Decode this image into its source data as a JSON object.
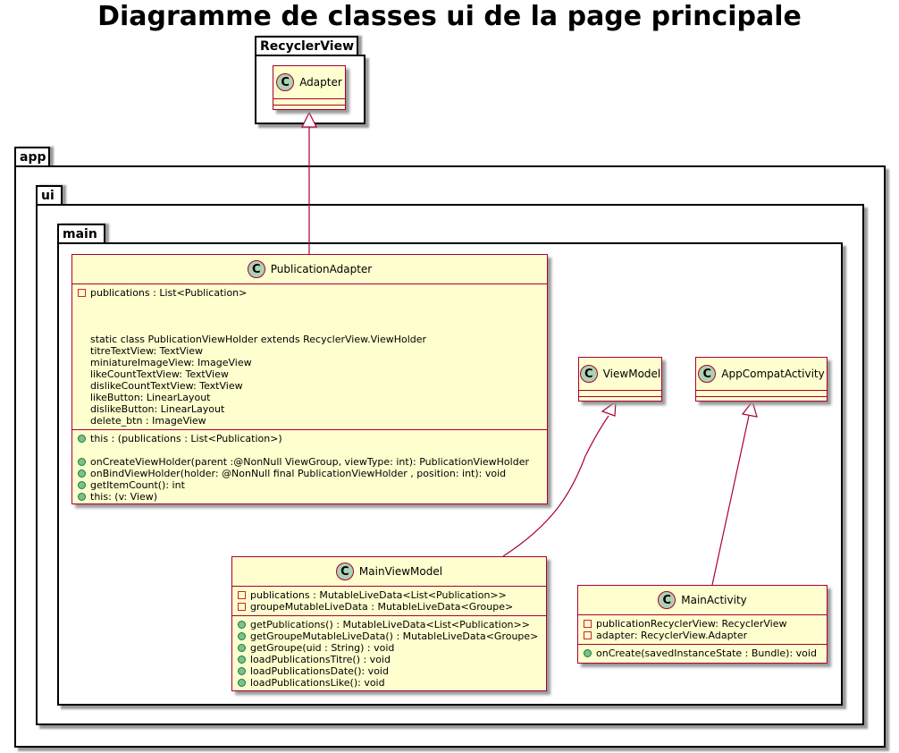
{
  "title": "Diagramme de classes ui de la page principale",
  "packages": {
    "recyclerview": "RecyclerView",
    "app": "app",
    "ui": "ui",
    "main": "main"
  },
  "stereotype_glyph": "C",
  "classes": {
    "adapter": {
      "name": "Adapter"
    },
    "publication_adapter": {
      "name": "PublicationAdapter",
      "fields": [
        {
          "vis": "private",
          "text": "publications : List<Publication>"
        },
        {
          "vis": "blank",
          "text": ""
        },
        {
          "vis": "blank",
          "text": ""
        },
        {
          "vis": "blank",
          "text": ""
        },
        {
          "vis": "none",
          "text": "static class PublicationViewHolder extends RecyclerView.ViewHolder"
        },
        {
          "vis": "none",
          "text": "titreTextView: TextView"
        },
        {
          "vis": "none",
          "text": "miniatureImageView: ImageView"
        },
        {
          "vis": "none",
          "text": "likeCountTextView: TextView"
        },
        {
          "vis": "none",
          "text": "dislikeCountTextView: TextView"
        },
        {
          "vis": "none",
          "text": "likeButton: LinearLayout"
        },
        {
          "vis": "none",
          "text": "dislikeButton: LinearLayout"
        },
        {
          "vis": "none",
          "text": "delete_btn : ImageView"
        }
      ],
      "methods": [
        {
          "vis": "public",
          "text": "this : (publications : List<Publication>)"
        },
        {
          "vis": "blank",
          "text": ""
        },
        {
          "vis": "public",
          "text": "onCreateViewHolder(parent :@NonNull ViewGroup, viewType: int): PublicationViewHolder"
        },
        {
          "vis": "public",
          "text": "onBindViewHolder(holder: @NonNull final PublicationViewHolder , position: int): void"
        },
        {
          "vis": "public",
          "text": "getItemCount(): int"
        },
        {
          "vis": "public",
          "text": "this: (v: View)"
        }
      ]
    },
    "view_model": {
      "name": "ViewModel"
    },
    "app_compat_activity": {
      "name": "AppCompatActivity"
    },
    "main_view_model": {
      "name": "MainViewModel",
      "fields": [
        {
          "vis": "private",
          "text": "publications : MutableLiveData<List<Publication>>"
        },
        {
          "vis": "private",
          "text": "groupeMutableLiveData : MutableLiveData<Groupe>"
        }
      ],
      "methods": [
        {
          "vis": "public",
          "text": "getPublications() : MutableLiveData<List<Publication>>"
        },
        {
          "vis": "public",
          "text": "getGroupeMutableLiveData() : MutableLiveData<Groupe>"
        },
        {
          "vis": "public",
          "text": "getGroupe(uid : String) : void"
        },
        {
          "vis": "public",
          "text": "loadPublicationsTitre() : void"
        },
        {
          "vis": "public",
          "text": "loadPublicationsDate(): void"
        },
        {
          "vis": "public",
          "text": "loadPublicationsLike(): void"
        }
      ]
    },
    "main_activity": {
      "name": "MainActivity",
      "fields": [
        {
          "vis": "private",
          "text": "publicationRecyclerView: RecyclerView"
        },
        {
          "vis": "private",
          "text": "adapter: RecyclerView.Adapter"
        }
      ],
      "methods": [
        {
          "vis": "public",
          "text": "onCreate(savedInstanceState : Bundle): void"
        }
      ]
    }
  },
  "relations": [
    {
      "from": "PublicationAdapter",
      "to": "Adapter",
      "kind": "extends"
    },
    {
      "from": "MainViewModel",
      "to": "ViewModel",
      "kind": "extends"
    },
    {
      "from": "MainActivity",
      "to": "AppCompatActivity",
      "kind": "extends"
    }
  ],
  "colors": {
    "class_fill": "#fefece",
    "class_border": "#a80036",
    "badge_fill": "#add1b2",
    "private_marker": "#c82930",
    "public_marker": "#84be84"
  }
}
